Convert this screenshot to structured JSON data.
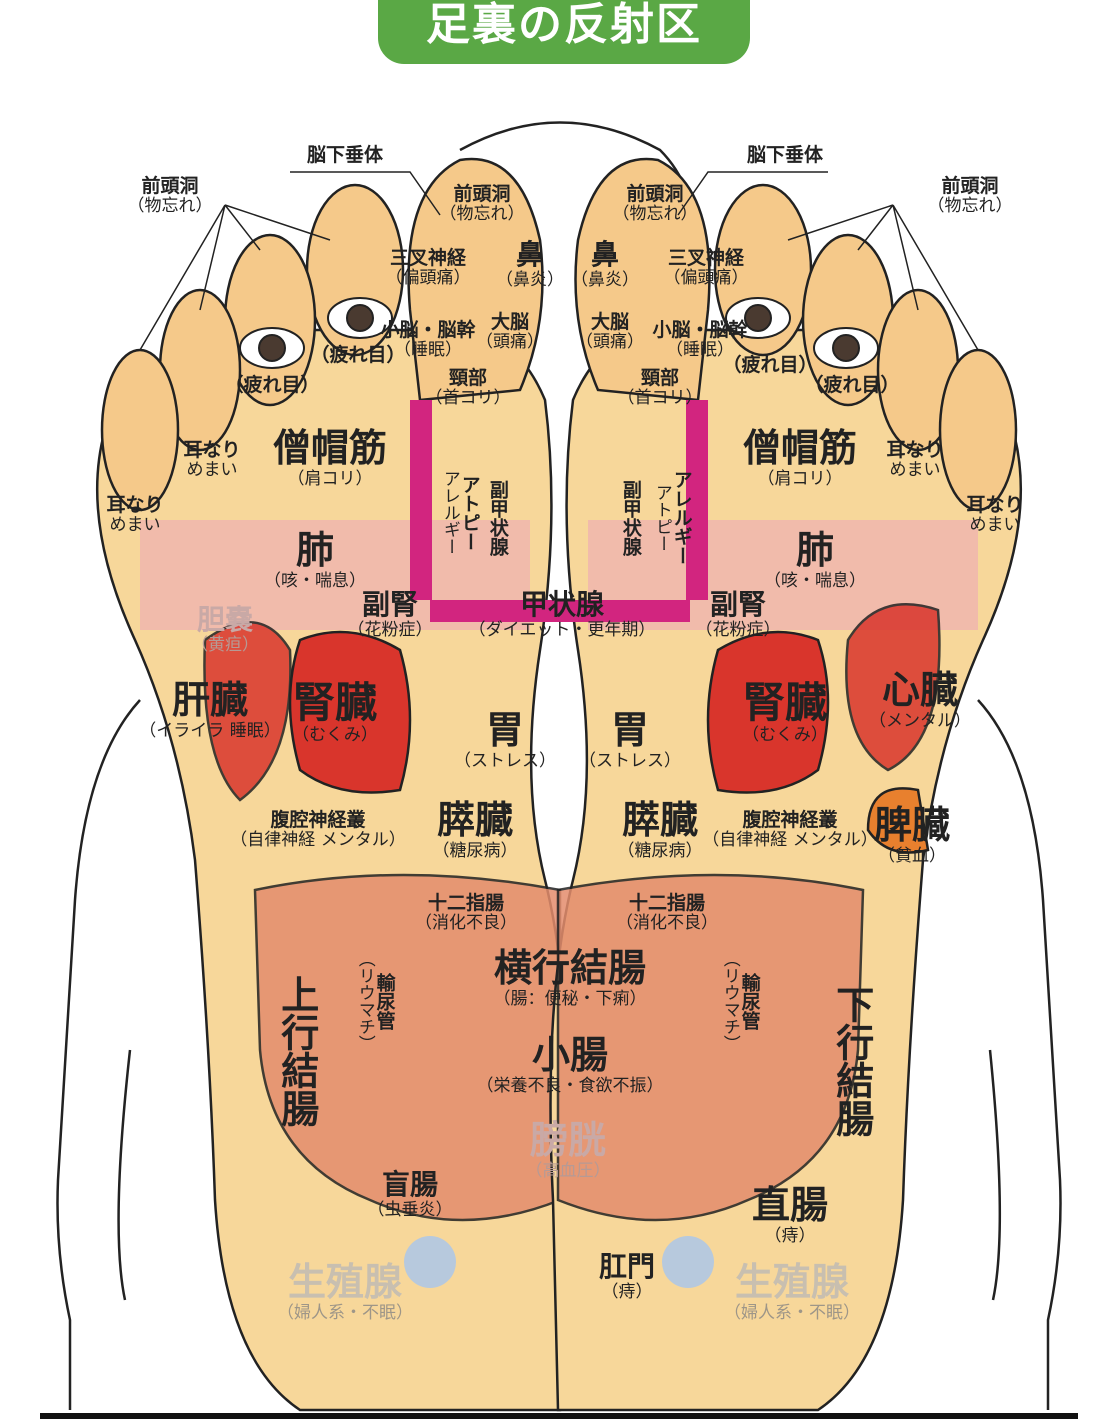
{
  "title": "足裏の反射区",
  "colors": {
    "title_bg": "#5aa845",
    "skin": "#f7d79a",
    "thyroid": "#d2257f",
    "kidney": "#d9352c",
    "intestine": "#e48d6d",
    "lung": "#efb2b0"
  },
  "labels": [
    {
      "id": "pituitary-left",
      "name": "脳下垂体",
      "note": ""
    },
    {
      "id": "pituitary-right",
      "name": "脳下垂体",
      "note": ""
    },
    {
      "id": "frontal-sinus-toes-left",
      "name": "前頭洞",
      "note": "（物忘れ）"
    },
    {
      "id": "frontal-sinus-toes-right",
      "name": "前頭洞",
      "note": "（物忘れ）"
    },
    {
      "id": "frontal-sinus-left",
      "name": "前頭洞",
      "note": "（物忘れ）"
    },
    {
      "id": "frontal-sinus-right",
      "name": "前頭洞",
      "note": "（物忘れ）"
    },
    {
      "id": "trigeminal-left",
      "name": "三叉神経",
      "note": "（偏頭痛）"
    },
    {
      "id": "trigeminal-right",
      "name": "三叉神経",
      "note": "（偏頭痛）"
    },
    {
      "id": "cerebellum-left",
      "name": "小脳・脳幹",
      "note": "（睡眠）"
    },
    {
      "id": "cerebellum-right",
      "name": "小脳・脳幹",
      "note": "（睡眠）"
    },
    {
      "id": "nose-left",
      "name": "鼻",
      "note": "（鼻炎）"
    },
    {
      "id": "nose-right",
      "name": "鼻",
      "note": "（鼻炎）"
    },
    {
      "id": "cerebrum-left",
      "name": "大脳",
      "note": "（頭痛）"
    },
    {
      "id": "cerebrum-right",
      "name": "大脳",
      "note": "（頭痛）"
    },
    {
      "id": "eyes-left-1",
      "name": "（疲れ目）",
      "note": ""
    },
    {
      "id": "eyes-left-2",
      "name": "（疲れ目）",
      "note": ""
    },
    {
      "id": "eyes-right-1",
      "name": "（疲れ目）",
      "note": ""
    },
    {
      "id": "eyes-right-2",
      "name": "（疲れ目）",
      "note": ""
    },
    {
      "id": "neck-left",
      "name": "頸部",
      "note": "（首コリ）"
    },
    {
      "id": "neck-right",
      "name": "頸部",
      "note": "（首コリ）"
    },
    {
      "id": "trapezius-left",
      "name": "僧帽筋",
      "note": "（肩コリ）"
    },
    {
      "id": "trapezius-right",
      "name": "僧帽筋",
      "note": "（肩コリ）"
    },
    {
      "id": "ear-left-1",
      "name": "耳なり",
      "note": "めまい"
    },
    {
      "id": "ear-left-2",
      "name": "耳なり",
      "note": "めまい"
    },
    {
      "id": "ear-right-1",
      "name": "耳なり",
      "note": "めまい"
    },
    {
      "id": "ear-right-2",
      "name": "耳なり",
      "note": "めまい"
    },
    {
      "id": "allergy-left",
      "name": "アトピー",
      "note": "アレルギー"
    },
    {
      "id": "allergy-right",
      "name": "アレルギー",
      "note": "アトピー"
    },
    {
      "id": "parathyroid-left",
      "name": "副甲状腺",
      "note": ""
    },
    {
      "id": "parathyroid-right",
      "name": "副甲状腺",
      "note": ""
    },
    {
      "id": "lung-left",
      "name": "肺",
      "note": "（咳・喘息）"
    },
    {
      "id": "lung-right",
      "name": "肺",
      "note": "（咳・喘息）"
    },
    {
      "id": "adrenal-left",
      "name": "副腎",
      "note": "（花粉症）"
    },
    {
      "id": "adrenal-right",
      "name": "副腎",
      "note": "（花粉症）"
    },
    {
      "id": "thyroid",
      "name": "甲状腺",
      "note": "（ダイエット・更年期）"
    },
    {
      "id": "gallbladder",
      "name": "胆嚢",
      "note": "（黄疸）"
    },
    {
      "id": "liver",
      "name": "肝臓",
      "note": "（イライラ 睡眠）"
    },
    {
      "id": "kidney-left",
      "name": "腎臓",
      "note": "（むくみ）"
    },
    {
      "id": "kidney-right",
      "name": "腎臓",
      "note": "（むくみ）"
    },
    {
      "id": "stomach-left",
      "name": "胃",
      "note": "（ストレス）"
    },
    {
      "id": "stomach-right",
      "name": "胃",
      "note": "（ストレス）"
    },
    {
      "id": "pancreas-left",
      "name": "膵臓",
      "note": "（糖尿病）"
    },
    {
      "id": "pancreas-right",
      "name": "膵臓",
      "note": "（糖尿病）"
    },
    {
      "id": "celiac-left",
      "name": "腹腔神経叢",
      "note": "（自律神経 メンタル）"
    },
    {
      "id": "celiac-right",
      "name": "腹腔神経叢",
      "note": "（自律神経 メンタル）"
    },
    {
      "id": "duodenum-left",
      "name": "十二指腸",
      "note": "（消化不良）"
    },
    {
      "id": "duodenum-right",
      "name": "十二指腸",
      "note": "（消化不良）"
    },
    {
      "id": "transverse-colon",
      "name": "横行結腸",
      "note": "（腸：便秘・下痢）"
    },
    {
      "id": "ureter-left",
      "name": "輸尿管",
      "note": "（リウマチ）"
    },
    {
      "id": "ureter-right",
      "name": "輸尿管",
      "note": "（リウマチ）"
    },
    {
      "id": "ascending-colon",
      "name": "上行結腸",
      "note": ""
    },
    {
      "id": "descending-colon",
      "name": "下行結腸",
      "note": ""
    },
    {
      "id": "small-intestine",
      "name": "小腸",
      "note": "（栄養不良・食欲不振）"
    },
    {
      "id": "bladder",
      "name": "膀胱",
      "note": "（高血圧）"
    },
    {
      "id": "cecum",
      "name": "盲腸",
      "note": "（虫垂炎）"
    },
    {
      "id": "rectum",
      "name": "直腸",
      "note": "（痔）"
    },
    {
      "id": "anus",
      "name": "肛門",
      "note": "（痔）"
    },
    {
      "id": "gonad-left",
      "name": "生殖腺",
      "note": "（婦人系・不眠）"
    },
    {
      "id": "gonad-right",
      "name": "生殖腺",
      "note": "（婦人系・不眠）"
    },
    {
      "id": "heart",
      "name": "心臓",
      "note": "（メンタル）"
    },
    {
      "id": "spleen",
      "name": "脾臓",
      "note": "（貧血）"
    }
  ]
}
